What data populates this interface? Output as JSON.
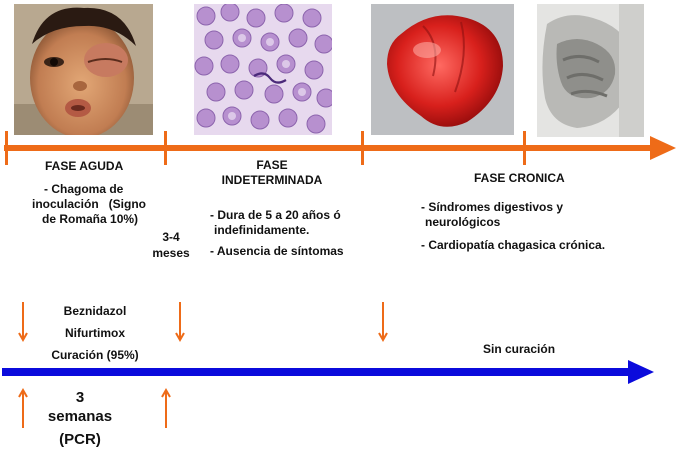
{
  "colors": {
    "top_arrow": "#ee6b18",
    "bottom_arrow": "#0b0bdc",
    "small_arrows": "#ee6b18",
    "text": "#111111"
  },
  "images": [
    {
      "name": "child-with-chagoma-photo"
    },
    {
      "name": "blood-smear-trypanosome-photo"
    },
    {
      "name": "enlarged-heart-photo"
    },
    {
      "name": "digestive-organs-photo"
    }
  ],
  "phases": {
    "acute": {
      "title": "FASE AGUDA",
      "notes": [
        "- Chagoma de",
        "inoculación   (Signo",
        "de Romaña 10%)"
      ]
    },
    "indeterminate": {
      "title_lines": [
        "FASE",
        "INDETERMINADA"
      ],
      "notes": [
        [
          "- Dura de 5 a 20 años ó",
          "indefinidamente."
        ],
        [
          "- Ausencia de síntomas"
        ]
      ]
    },
    "chronic": {
      "title": "FASE CRONICA",
      "notes": [
        [
          "- Síndromes digestivos y",
          "neurológicos"
        ],
        [
          "- Cardiopatía chagasica crónica."
        ]
      ]
    }
  },
  "intervals": {
    "months": [
      "3-4",
      "meses"
    ],
    "weeks": [
      "3",
      "semanas",
      "(PCR)"
    ]
  },
  "treatment": {
    "drugs": [
      "Beznidazol",
      "Nifurtimox"
    ],
    "cure": "Curación (95%)",
    "no_cure": "Sin curación"
  }
}
